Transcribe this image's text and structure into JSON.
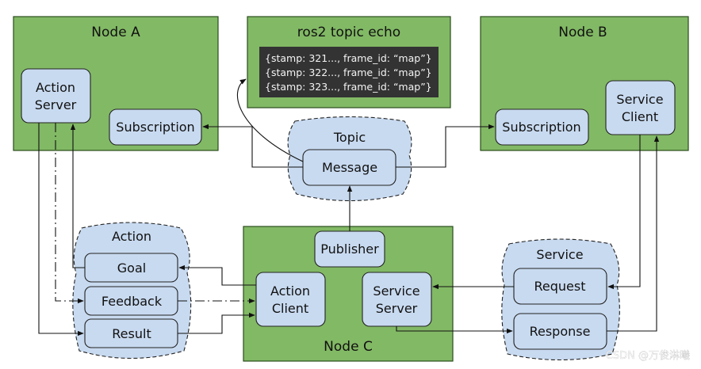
{
  "node_a": {
    "title": "Node A",
    "action_server": [
      "Action",
      "Server"
    ],
    "subscription": "Subscription"
  },
  "echo": {
    "title": "ros2 topic echo",
    "lines": [
      "{stamp: 321..., frame_id: “map”}",
      "{stamp: 322..., frame_id: “map”}",
      "{stamp: 323..., frame_id: “map”}"
    ]
  },
  "node_b": {
    "title": "Node B",
    "subscription": "Subscription",
    "service_client": [
      "Service",
      "Client"
    ]
  },
  "topic": {
    "title": "Topic",
    "message": "Message"
  },
  "action": {
    "title": "Action",
    "goal": "Goal",
    "feedback": "Feedback",
    "result": "Result"
  },
  "node_c": {
    "title": "Node C",
    "publisher": "Publisher",
    "action_client": [
      "Action",
      "Client"
    ],
    "service_server": [
      "Service",
      "Server"
    ]
  },
  "service": {
    "title": "Service",
    "request": "Request",
    "response": "Response"
  },
  "watermark": "CSDN @万俊淋曦"
}
